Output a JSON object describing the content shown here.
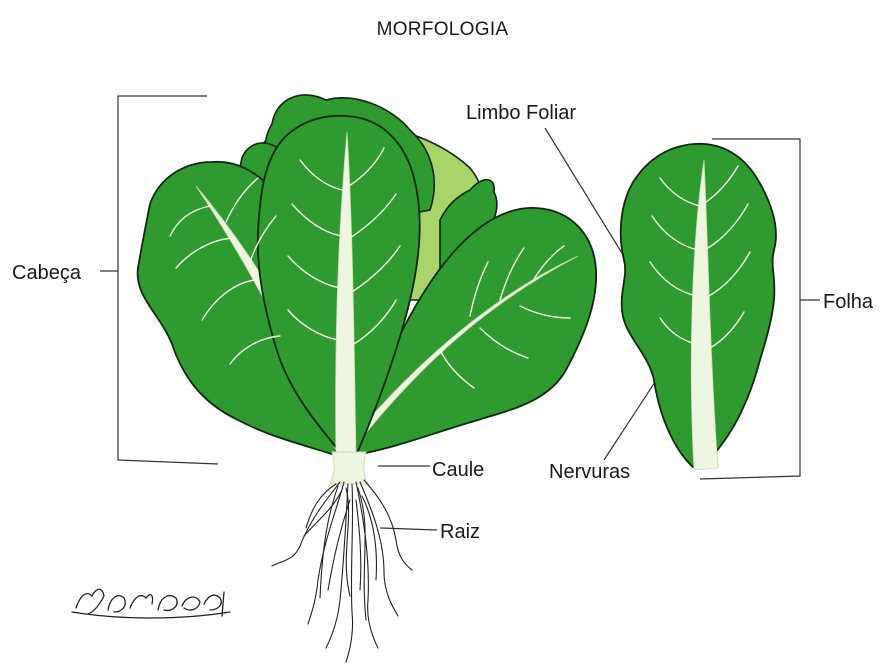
{
  "title": "MORFOLOGIA",
  "labels": {
    "cabeca": "Cabeça",
    "limbo_foliar": "Limbo Foliar",
    "folha": "Folha",
    "caule": "Caule",
    "nervuras": "Nervuras",
    "raiz": "Raiz"
  },
  "signature": "MORGEN",
  "colors": {
    "leaf": "#2f9a2f",
    "leaf_edge": "#0b2a0b",
    "inner_leaf": "#a9d46a",
    "midrib": "#eef6e2",
    "leader_line": "#333333"
  }
}
